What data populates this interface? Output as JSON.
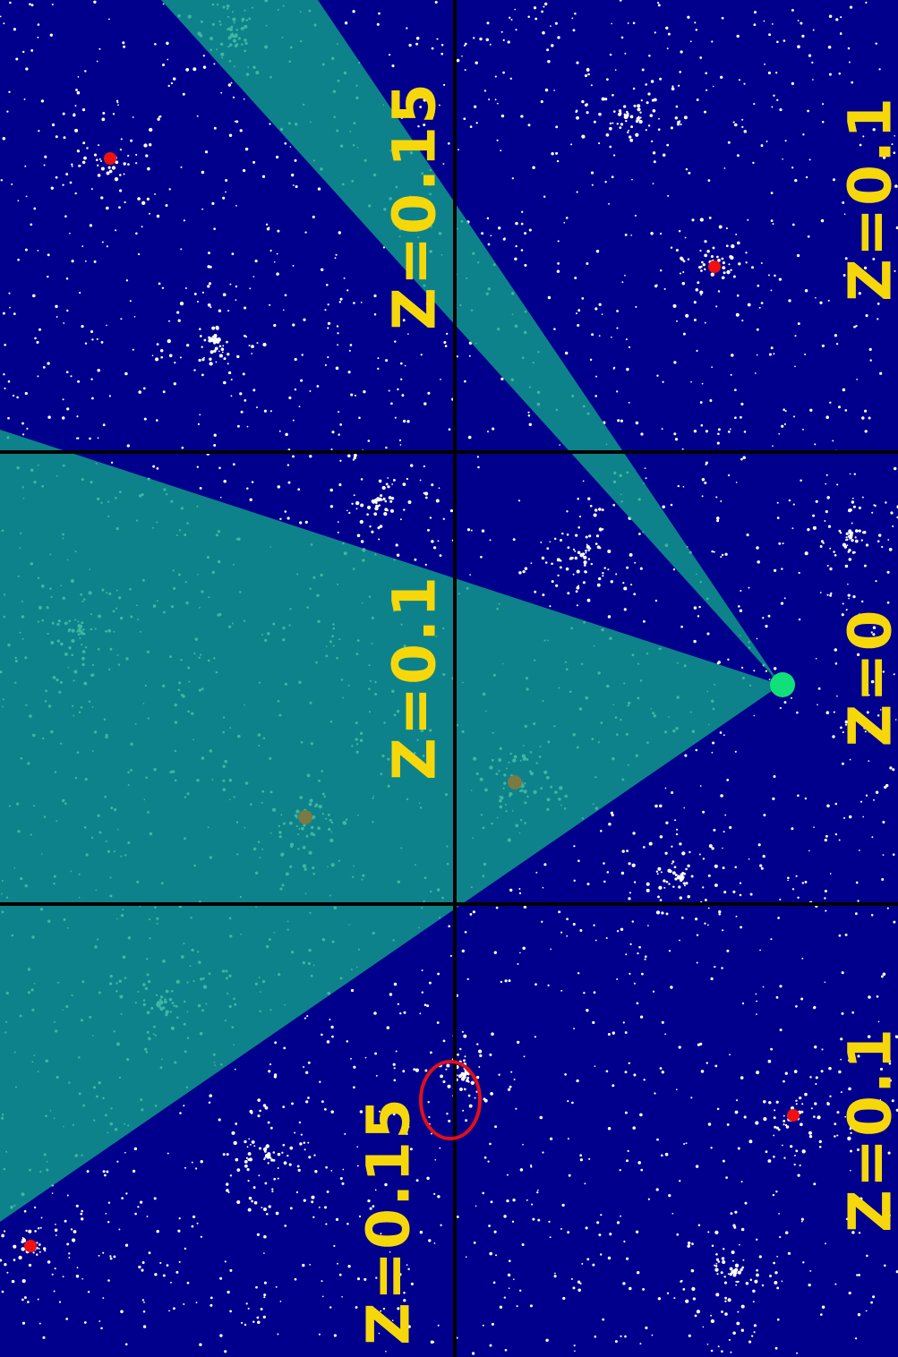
{
  "panels": [
    {
      "id": "top-left",
      "label": "Z=0.15"
    },
    {
      "id": "top-right",
      "label": "Z=0.1"
    },
    {
      "id": "middle-left",
      "label": "Z=0.1"
    },
    {
      "id": "middle-right",
      "label": "Z=0"
    },
    {
      "id": "bottom-left",
      "label": "Z=0.15"
    },
    {
      "id": "bottom-right",
      "label": "Z=0.1"
    }
  ],
  "colors": {
    "background": "#00008c",
    "particles": "#ffffff",
    "cone": "#10a38a",
    "observer": "#11e07a",
    "cluster_marker": "#f01010",
    "cluster_in_cone": "#7a7a45",
    "highlight_ring": "#e01018",
    "grid_lines": "#000000",
    "labels": "#f6d80a"
  }
}
